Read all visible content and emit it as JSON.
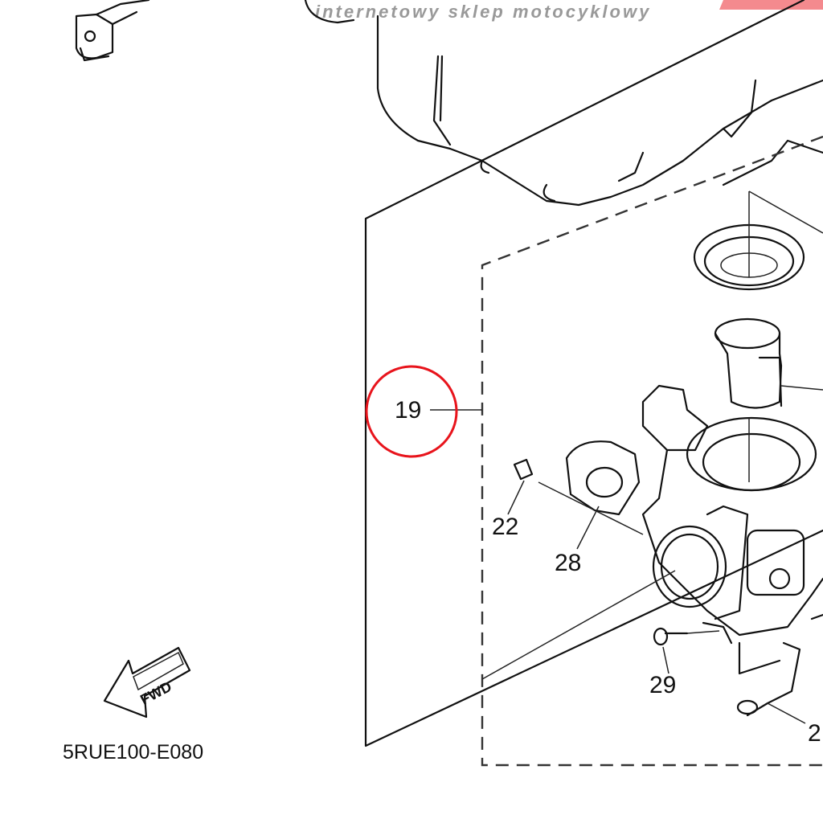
{
  "watermark": "internetowy sklep motocyklowy",
  "diagram_code": "5RUE100-E080",
  "fwd_label": "FWD",
  "callouts": {
    "c19": "19",
    "c22": "22",
    "c28": "28",
    "c29": "29",
    "c2x": "2"
  },
  "colors": {
    "highlight_circle": "#e8141c",
    "watermark_bar": "#f48a8e"
  }
}
